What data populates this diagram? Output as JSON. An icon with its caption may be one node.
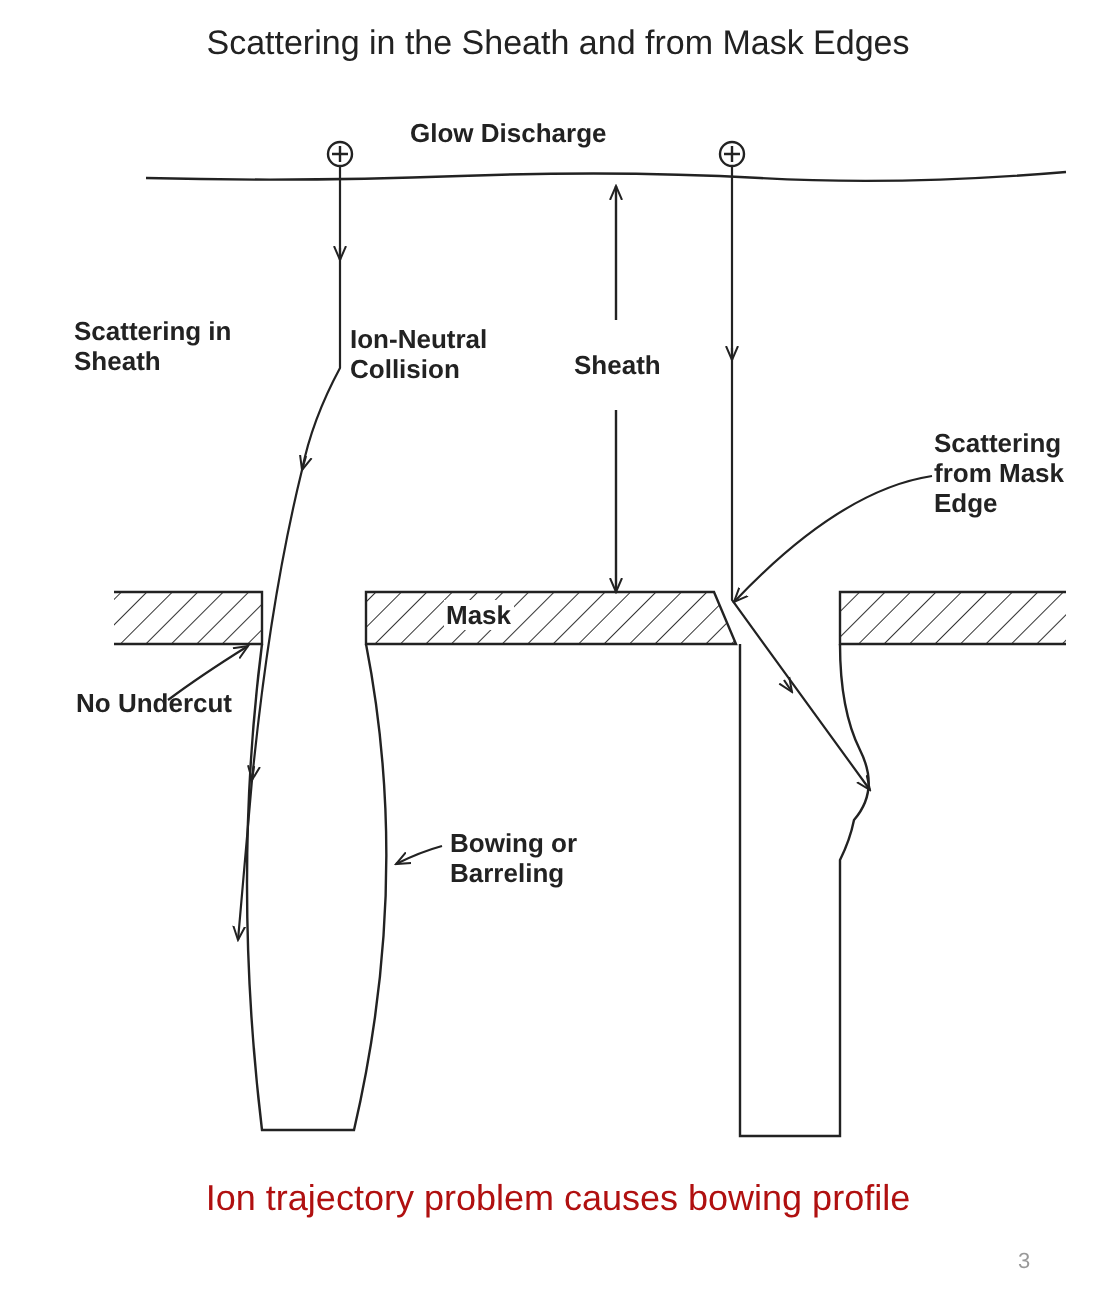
{
  "diagram": {
    "title": "Scattering in the Sheath and from Mask Edges",
    "caption": "Ion trajectory problem causes bowing profile",
    "nodes": [
      {
        "text": [
          "Scattering from Mask Edge"
        ]
      },
      {
        "text": [
          "No Undercut"
        ]
      },
      {
        "text": [
          "Bowing or Barreling"
        ]
      },
      {
        "text": [],
        "shape": "box"
      },
      {
        "text": [
          "Mask"
        ]
      },
      {
        "text": [],
        "shape": "box"
      },
      {
        "text": [],
        "shape": "box"
      },
      {
        "text": [],
        "shape": "box"
      },
      {
        "text": [],
        "shape": "circle"
      },
      {
        "text": [],
        "shape": "circle"
      }
    ],
    "edges": [
      {
        "from": 0,
        "to": 4,
        "arrow": "to"
      },
      {
        "from": 1,
        "to": 3,
        "arrow": "to"
      },
      {
        "from": 2,
        "to": 6,
        "arrow": "to"
      },
      {
        "from": 8,
        "to": 6,
        "arrow": "to"
      },
      {
        "from": 9,
        "to": 7,
        "arrow": "to"
      }
    ],
    "labels": [
      "Glow Discharge",
      "Scattering in Sheath",
      "Ion-Neutral Collision",
      "Sheath",
      "3"
    ]
  }
}
